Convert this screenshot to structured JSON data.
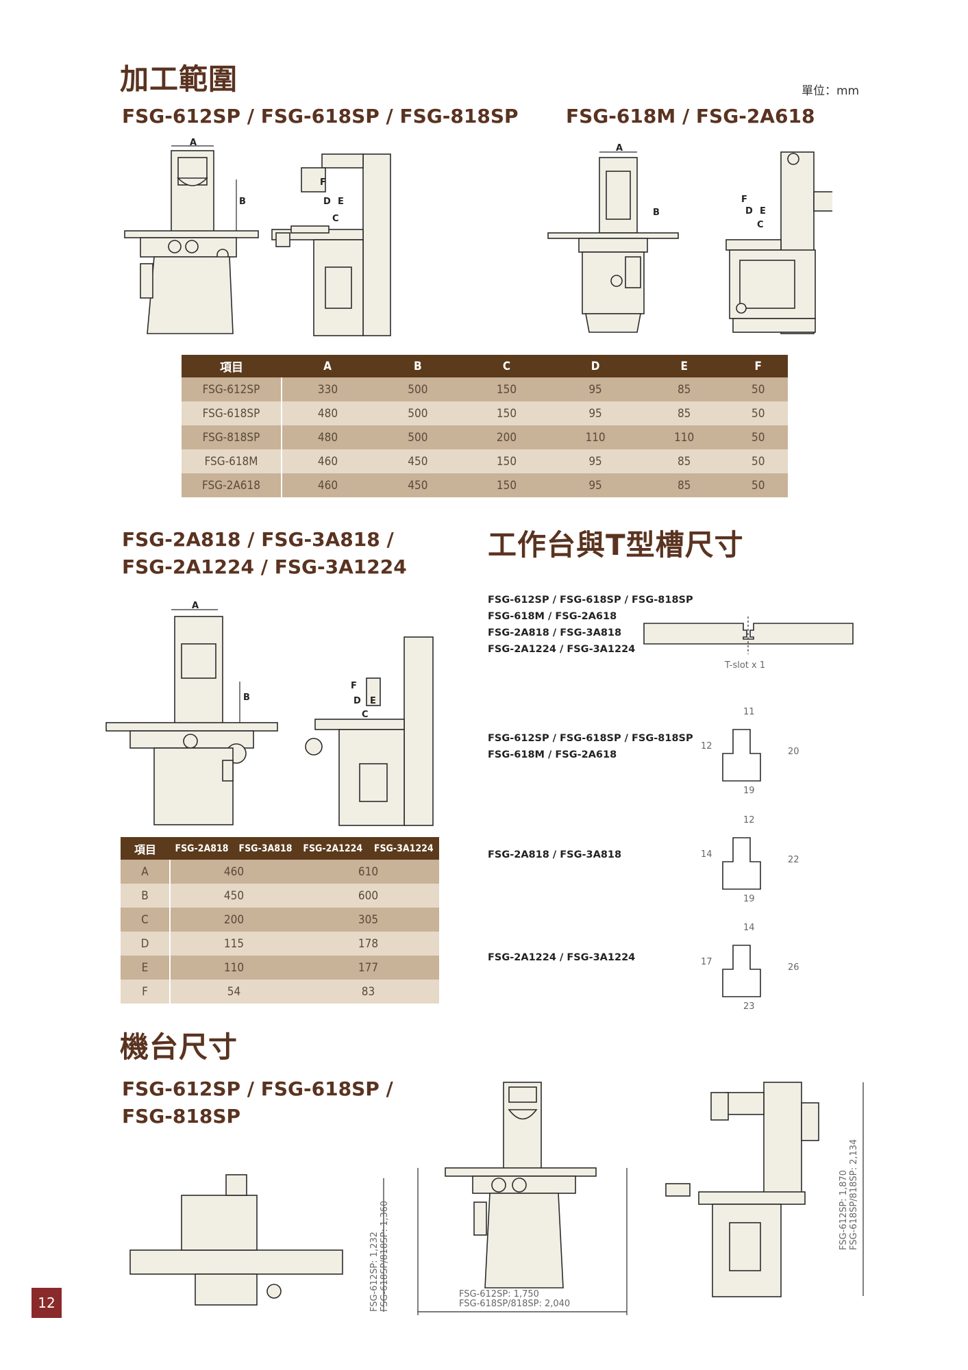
{
  "sections": {
    "range_title": "加工範圍",
    "unit": "單位：mm",
    "group1_models": "FSG-612SP / FSG-618SP / FSG-818SP",
    "group2_models": "FSG-618M / FSG-2A618",
    "group3_models_line1": "FSG-2A818 / FSG-3A818 /",
    "group3_models_line2": "FSG-2A1224 / FSG-3A1224",
    "tslot_title": "工作台與T型槽尺寸",
    "machine_title": "機台尺寸",
    "machine_models_line1": "FSG-612SP / FSG-618SP /",
    "machine_models_line2": "FSG-818SP"
  },
  "dim_labels": {
    "A": "A",
    "B": "B",
    "C": "C",
    "D": "D",
    "E": "E",
    "F": "F"
  },
  "table1": {
    "headers": [
      "項目",
      "A",
      "B",
      "C",
      "D",
      "E",
      "F"
    ],
    "rows": [
      [
        "FSG-612SP",
        "330",
        "500",
        "150",
        "95",
        "85",
        "50"
      ],
      [
        "FSG-618SP",
        "480",
        "500",
        "150",
        "95",
        "85",
        "50"
      ],
      [
        "FSG-818SP",
        "480",
        "500",
        "200",
        "110",
        "110",
        "50"
      ],
      [
        "FSG-618M",
        "460",
        "450",
        "150",
        "95",
        "85",
        "50"
      ],
      [
        "FSG-2A618",
        "460",
        "450",
        "150",
        "95",
        "85",
        "50"
      ]
    ]
  },
  "table2": {
    "headers": [
      "項目",
      "FSG-2A818",
      "FSG-3A818",
      "FSG-2A1224",
      "FSG-3A1224"
    ],
    "rows": [
      [
        "A",
        "460",
        "610"
      ],
      [
        "B",
        "450",
        "600"
      ],
      [
        "C",
        "200",
        "305"
      ],
      [
        "D",
        "115",
        "178"
      ],
      [
        "E",
        "110",
        "177"
      ],
      [
        "F",
        "54",
        "83"
      ]
    ]
  },
  "tslot": {
    "table_models": [
      "FSG-612SP / FSG-618SP / FSG-818SP",
      "FSG-618M / FSG-2A618",
      "FSG-2A818 / FSG-3A818",
      "FSG-2A1224 / FSG-3A1224"
    ],
    "table_note": "T-slot x 1",
    "slot1_models": [
      "FSG-612SP / FSG-618SP / FSG-818SP",
      "FSG-618M / FSG-2A618"
    ],
    "slot1_dims": {
      "top": "11",
      "left": "12",
      "right": "20",
      "bottom": "19"
    },
    "slot2_models": [
      "FSG-2A818 / FSG-3A818"
    ],
    "slot2_dims": {
      "top": "12",
      "left": "14",
      "right": "22",
      "bottom": "19"
    },
    "slot3_models": [
      "FSG-2A1224 / FSG-3A1224"
    ],
    "slot3_dims": {
      "top": "14",
      "left": "17",
      "right": "26",
      "bottom": "23"
    }
  },
  "machine_dims": {
    "depth_1": "FSG-612SP: 1,232",
    "depth_2": "FSG-618SP/818SP: 1,360",
    "width_1": "FSG-612SP: 1,750",
    "width_2": "FSG-618SP/818SP: 2,040",
    "height_1": "FSG-612SP: 1,870",
    "height_2": "FSG-618SP/818SP: 2,134"
  },
  "page_number": "12"
}
